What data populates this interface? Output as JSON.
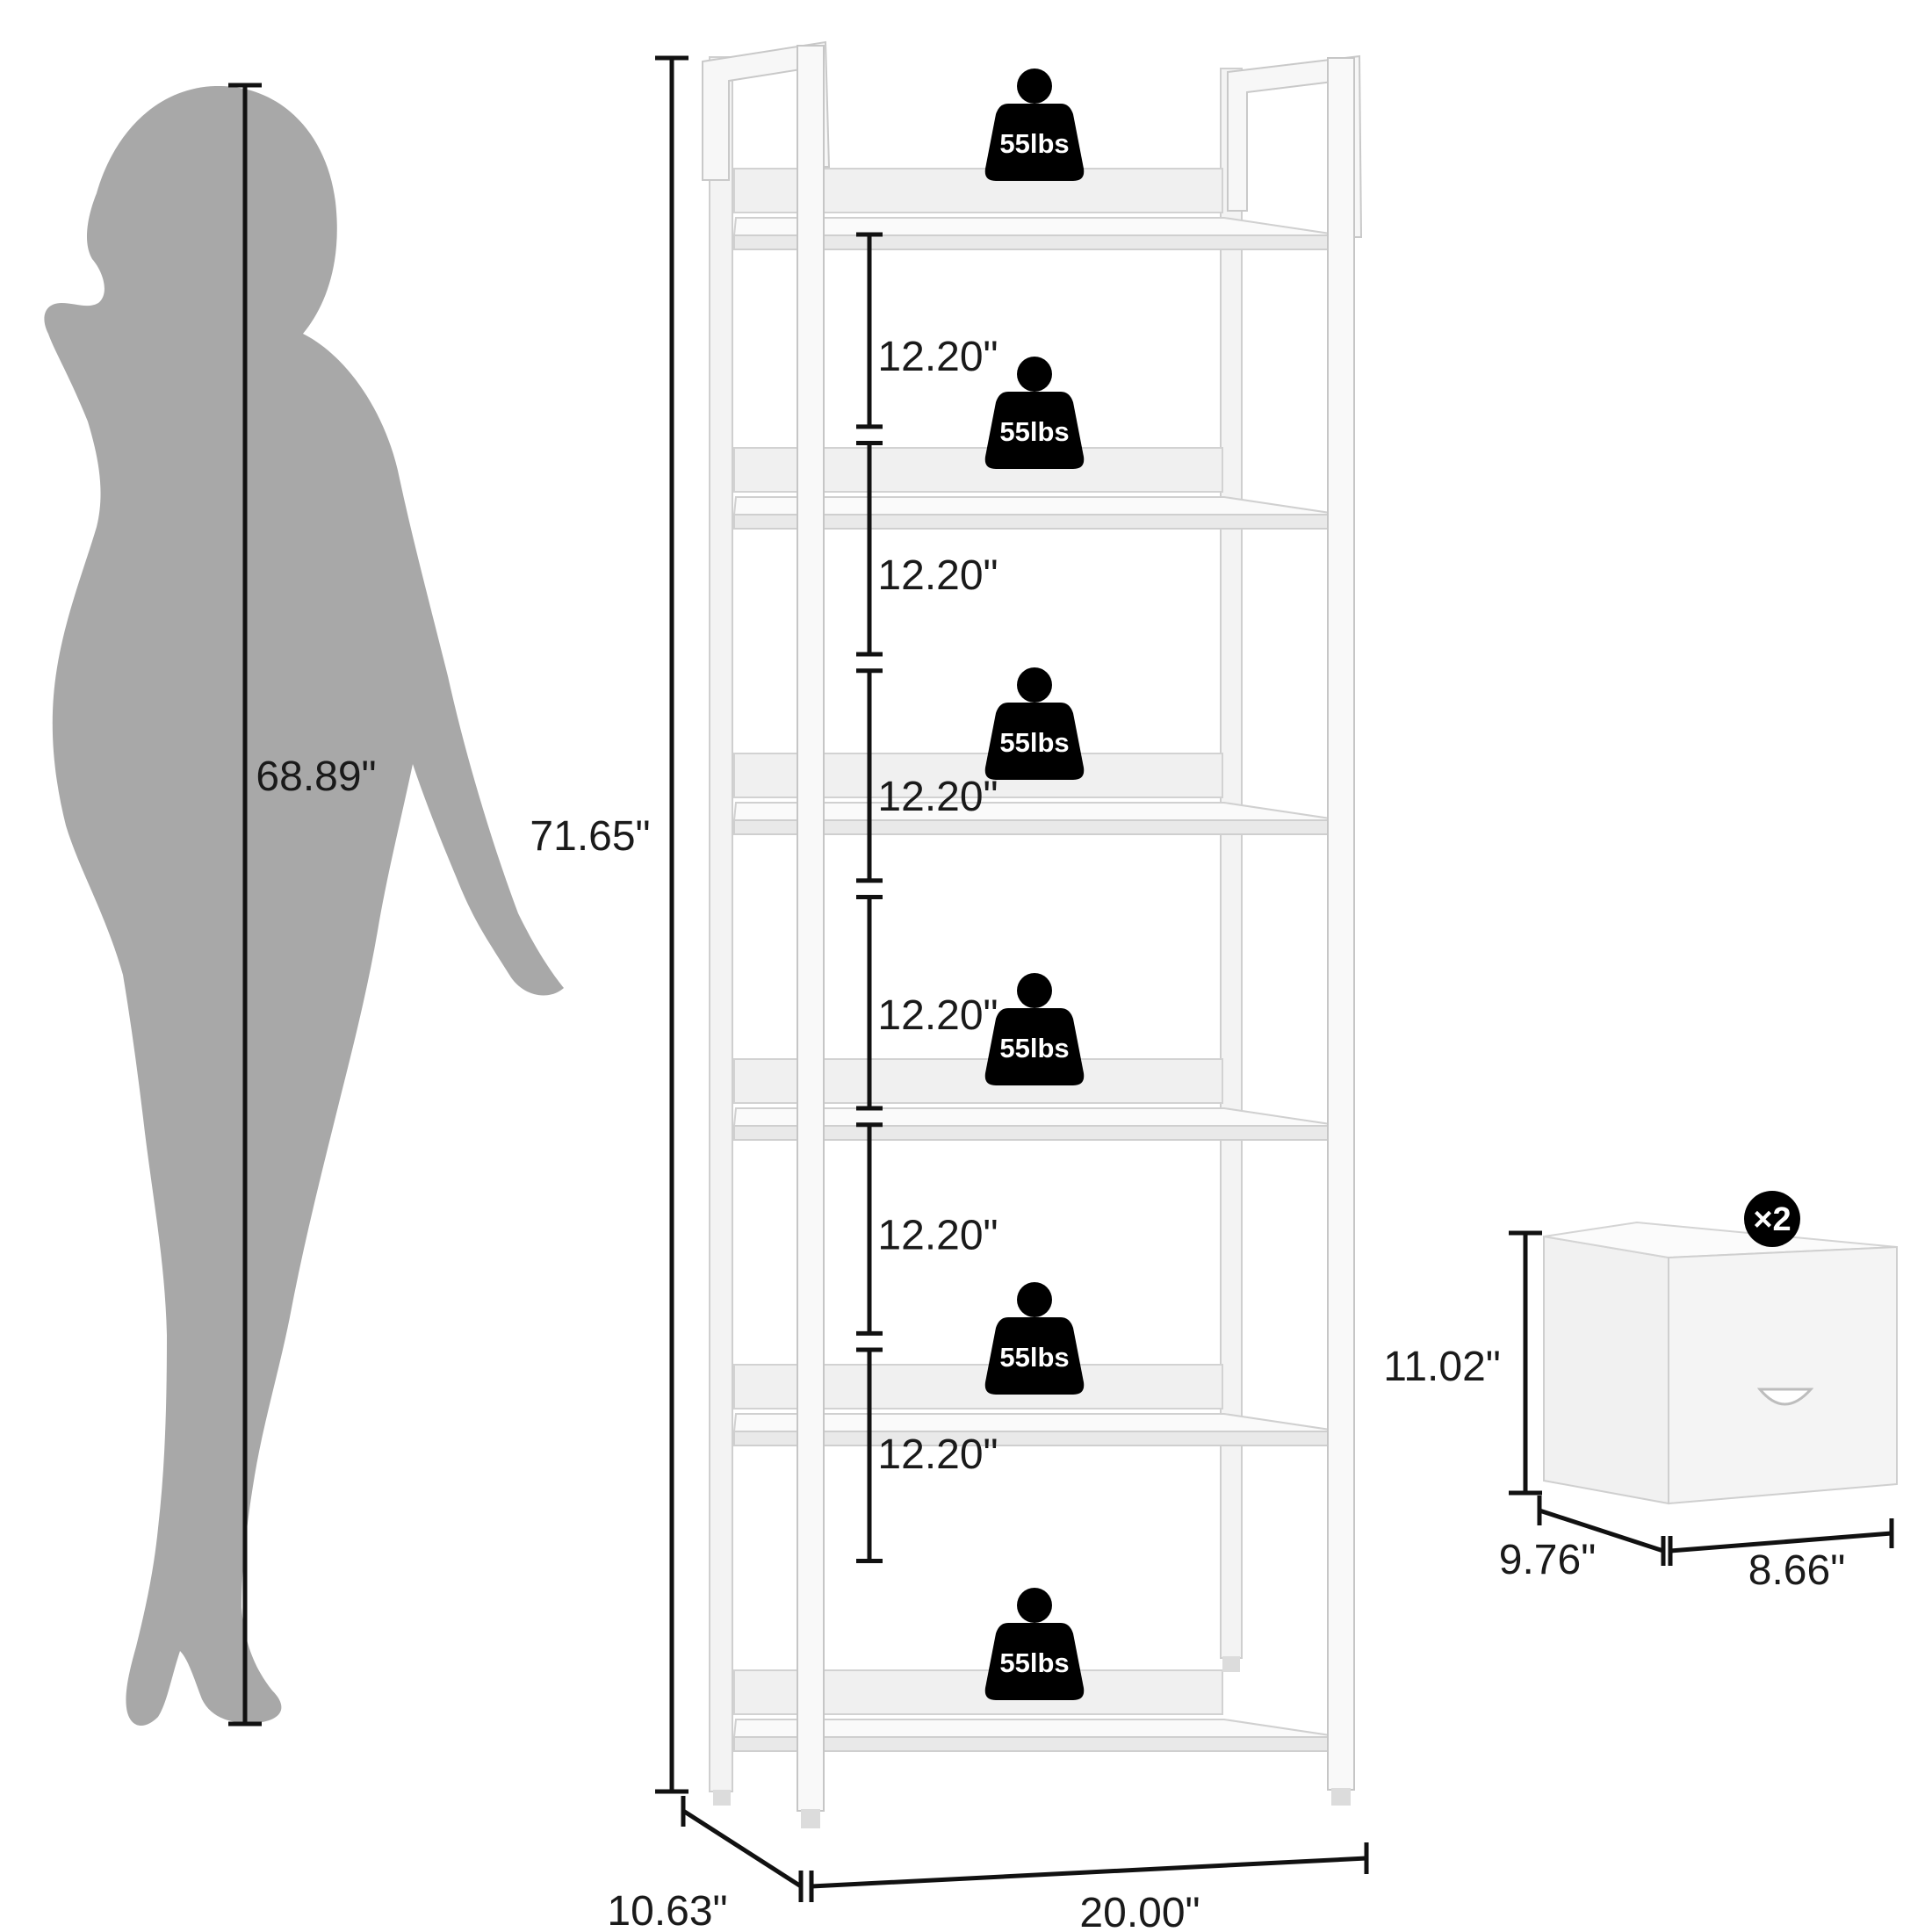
{
  "figure": {
    "person_height": "68.89\"",
    "shelf_height": "71.65\"",
    "shelf_depth": "10.63\"",
    "shelf_width": "20.00\"",
    "tier_spacing": [
      "12.20\"",
      "12.20\"",
      "12.20\"",
      "12.20\"",
      "12.20\"",
      "12.20\""
    ],
    "weight_capacity": [
      "55lbs",
      "55lbs",
      "55lbs",
      "55lbs",
      "55lbs",
      "55lbs"
    ],
    "bin": {
      "quantity": "×2",
      "height": "11.02\"",
      "depth": "9.76\"",
      "width": "8.66\""
    }
  },
  "colors": {
    "silhouette": "#a8a8a8",
    "frame": "#f7f7f7",
    "frame_edge": "#c9c9c9",
    "dimension_line": "#111111",
    "weight_icon": "#000000"
  }
}
